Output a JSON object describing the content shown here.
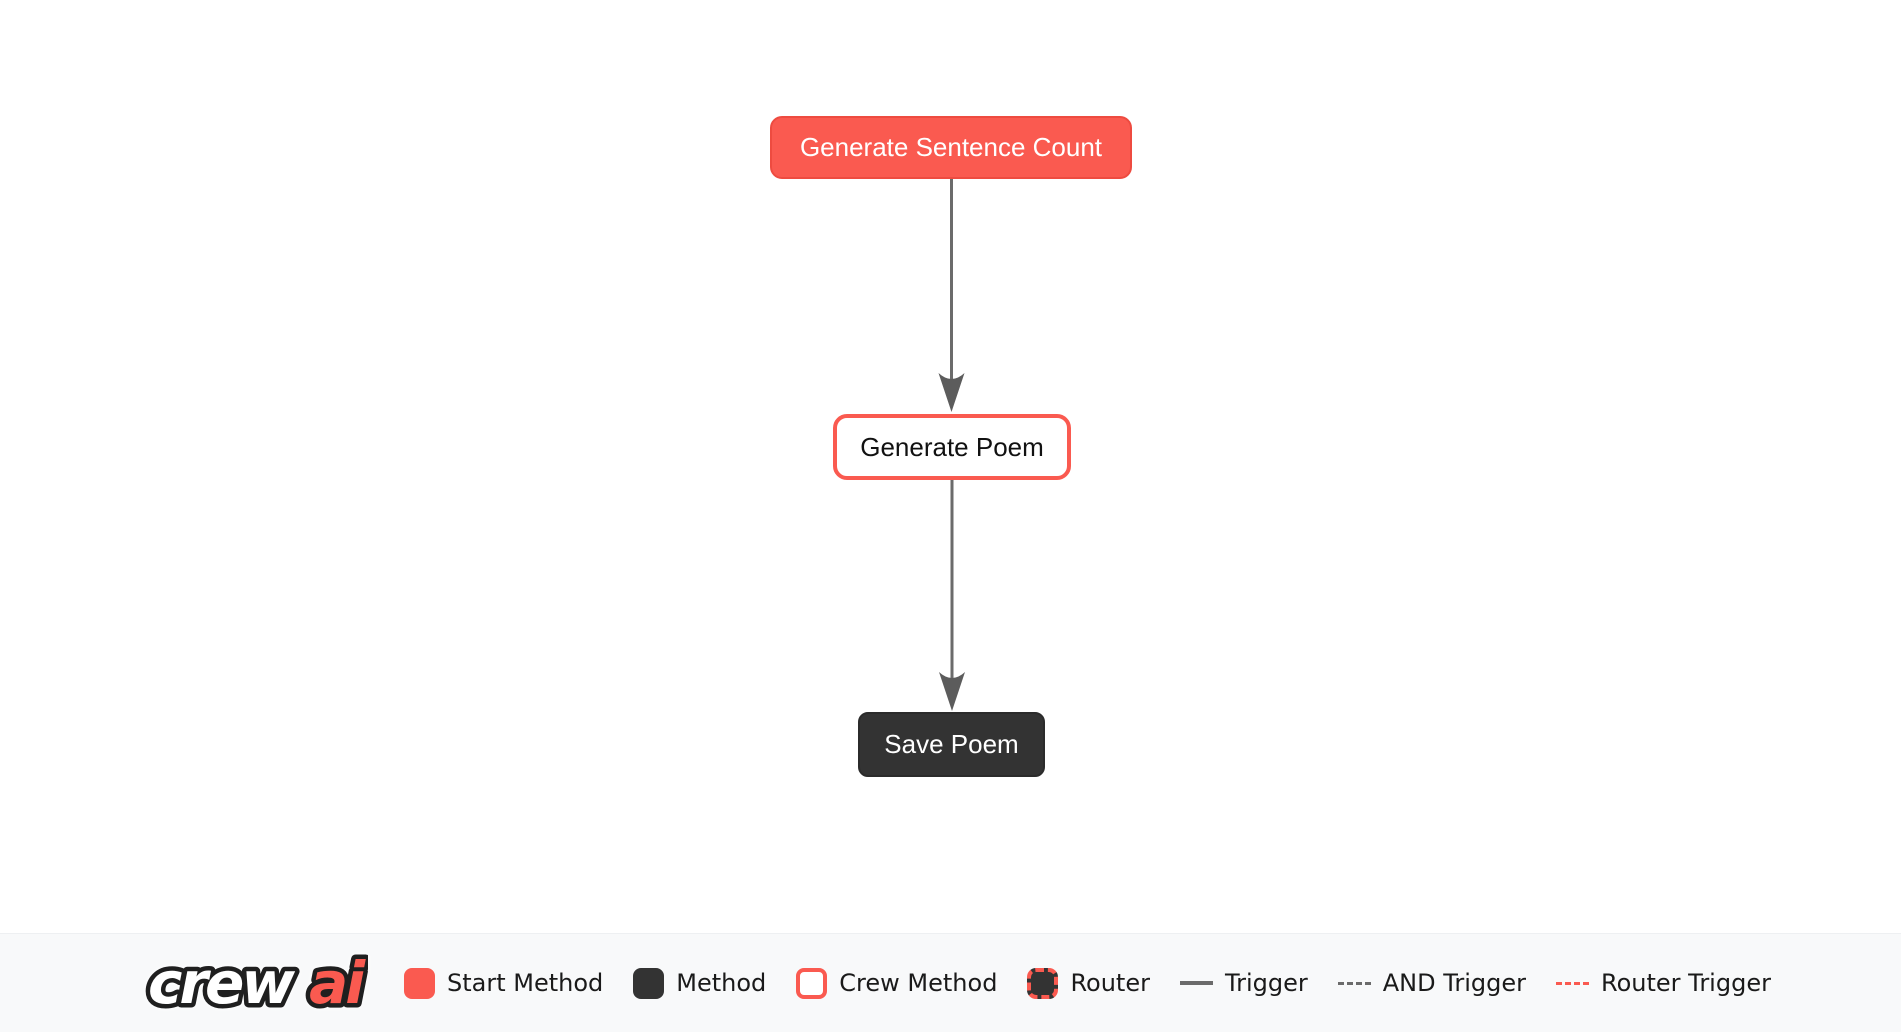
{
  "diagram": {
    "nodes": [
      {
        "label": "Generate Sentence Count",
        "type": "start-method"
      },
      {
        "label": "Generate Poem",
        "type": "crew-method"
      },
      {
        "label": "Save Poem",
        "type": "method"
      }
    ],
    "edges": [
      {
        "from": "Generate Sentence Count",
        "to": "Generate Poem",
        "type": "trigger"
      },
      {
        "from": "Generate Poem",
        "to": "Save Poem",
        "type": "trigger"
      }
    ]
  },
  "legend": {
    "logo": {
      "part1": "crew",
      "part2": "ai"
    },
    "items": [
      {
        "label": "Start Method",
        "swatch": "start-method-swatch"
      },
      {
        "label": "Method",
        "swatch": "method-swatch"
      },
      {
        "label": "Crew Method",
        "swatch": "crew-method-swatch"
      },
      {
        "label": "Router",
        "swatch": "router-swatch"
      },
      {
        "label": "Trigger",
        "swatch": "trigger-line"
      },
      {
        "label": "AND Trigger",
        "swatch": "and-trigger-line"
      },
      {
        "label": "Router Trigger",
        "swatch": "router-trigger-line"
      }
    ]
  },
  "colors": {
    "accent_red": "#FA5A50",
    "node_dark": "#333333",
    "edge_gray": "#616161",
    "legend_bg": "#F8F9FA"
  }
}
